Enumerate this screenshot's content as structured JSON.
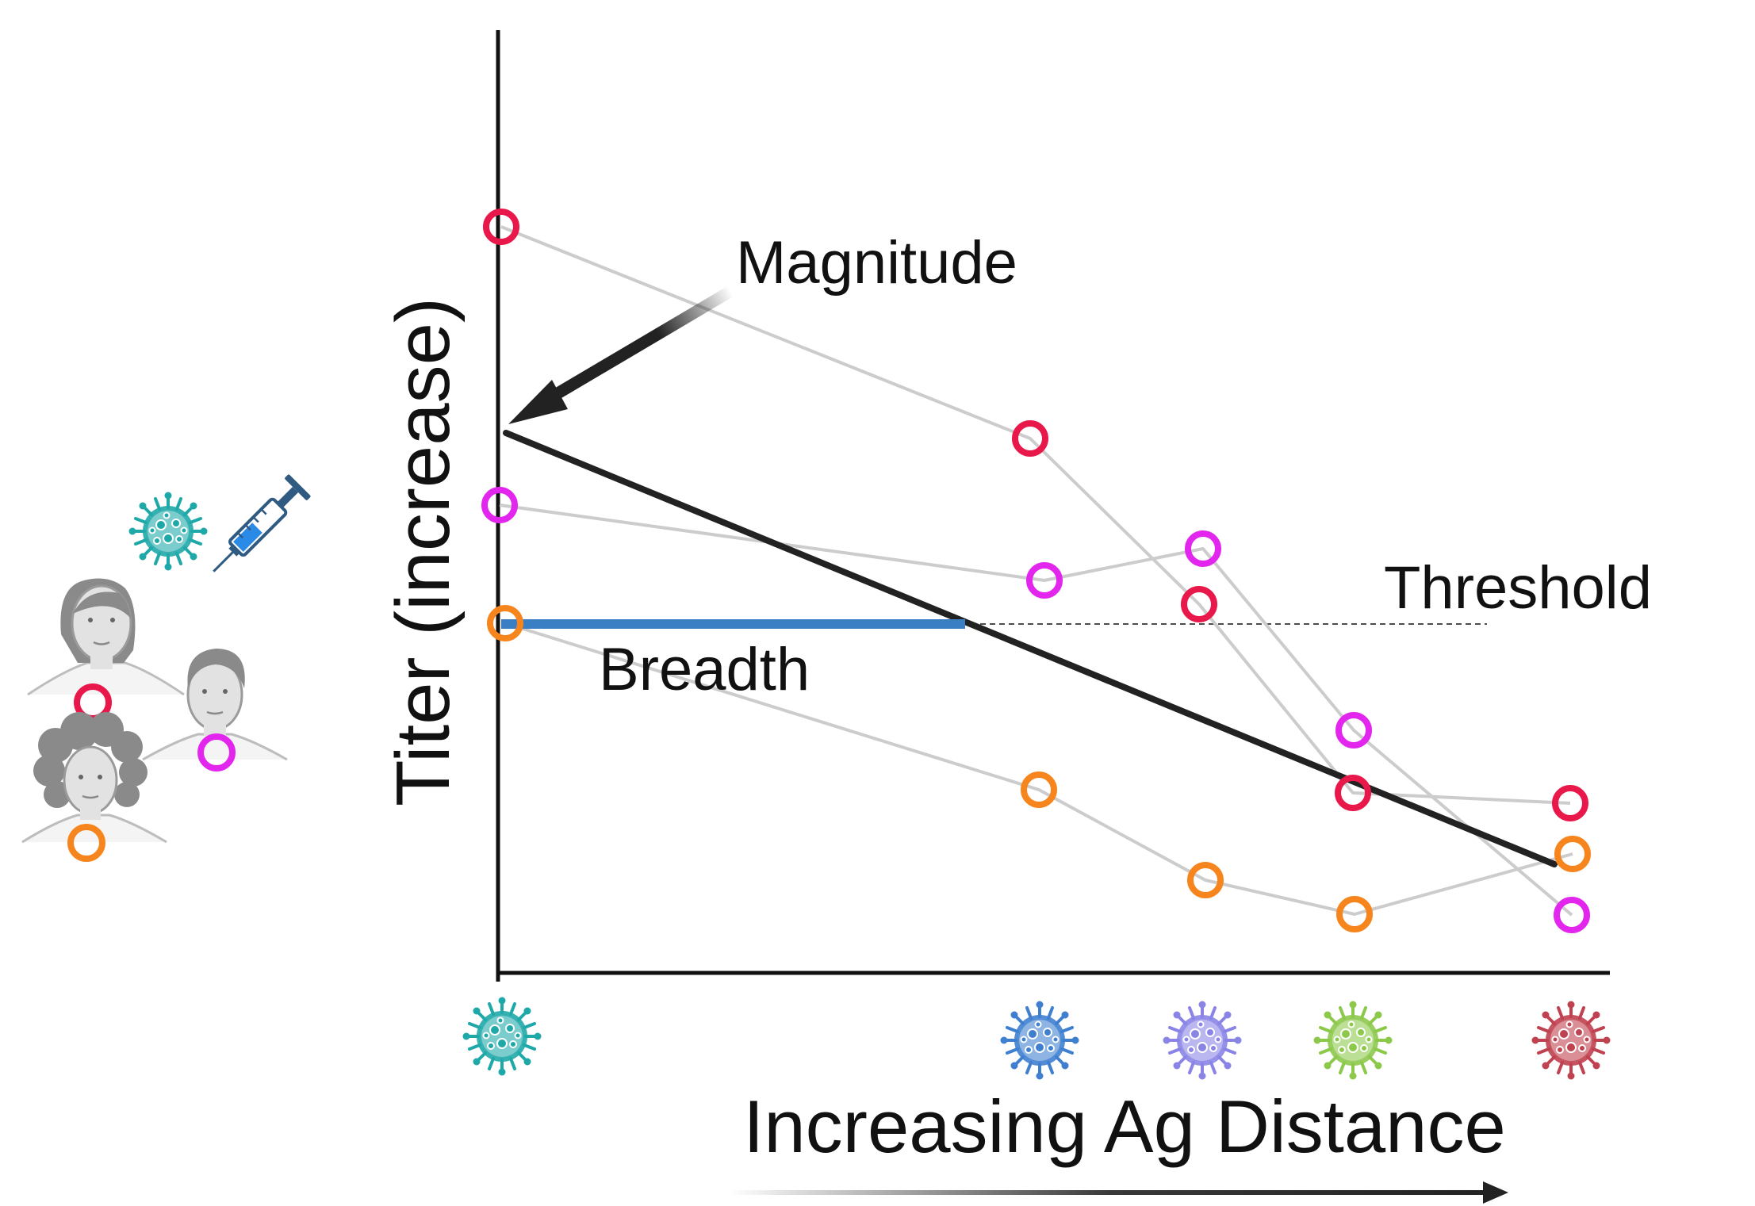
{
  "labels": {
    "y_axis": "Titer (increase)",
    "x_axis": "Increasing Ag Distance",
    "magnitude": "Magnitude",
    "threshold": "Threshold",
    "breadth": "Breadth"
  },
  "colors": {
    "subject_red": "#e8184a",
    "subject_magenta": "#e226ee",
    "subject_orange": "#f7851e",
    "breadth_bar": "#3a7ec4",
    "trend_line": "#222222",
    "connector": "#cccccc",
    "antigen_teal": "#1fa8a8",
    "antigen_blue": "#3f7fd0",
    "antigen_purple": "#8a84e6",
    "antigen_green": "#8cc94b",
    "antigen_red": "#c0414f"
  },
  "icons": {
    "vaccine_virus": "virus-icon",
    "syringe": "syringe-icon",
    "subjects": [
      "person-female-icon",
      "person-male-icon",
      "person-curly-hair-icon"
    ],
    "antigens": [
      "virus-teal-icon",
      "virus-blue-icon",
      "virus-purple-icon",
      "virus-green-icon",
      "virus-red-icon"
    ]
  }
}
